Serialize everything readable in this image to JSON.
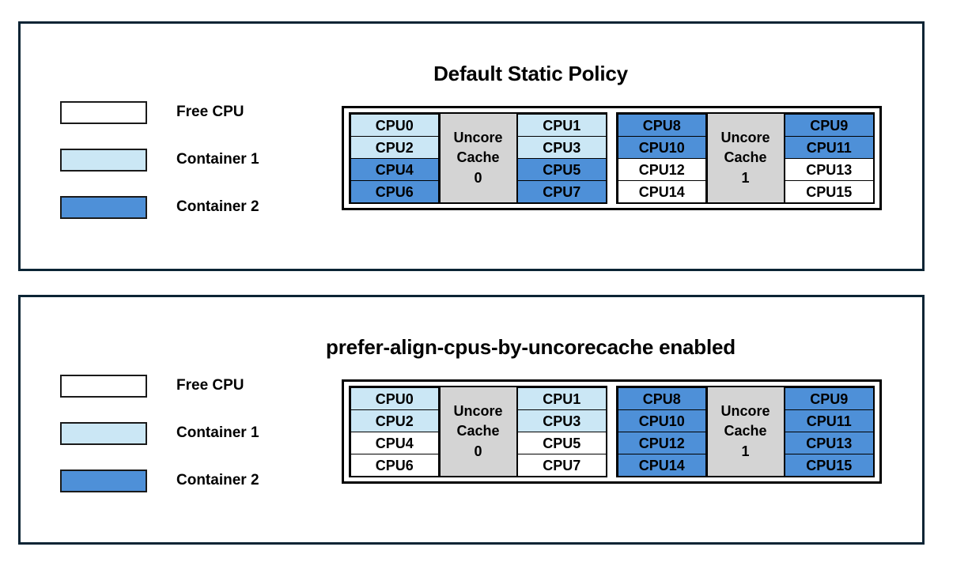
{
  "colors": {
    "free_cpu": "#ffffff",
    "container_1": "#cbe7f5",
    "container_2": "#4e90d8",
    "uncore_cache": "#d4d4d4",
    "panel_border": "#0b2434",
    "grid_border": "#000000",
    "text": "#000000"
  },
  "panels": [
    {
      "id": "default",
      "title": "Default Static Policy",
      "legend": [
        {
          "label": "Free CPU",
          "fill": "free_cpu"
        },
        {
          "label": "Container 1",
          "fill": "container_1"
        },
        {
          "label": "Container 2",
          "fill": "container_2"
        }
      ],
      "sockets": [
        {
          "uncore_label_line1": "Uncore",
          "uncore_label_line2": "Cache",
          "uncore_label_line3": "0",
          "left_column": [
            {
              "label": "CPU0",
              "fill": "container_1"
            },
            {
              "label": "CPU2",
              "fill": "container_1"
            },
            {
              "label": "CPU4",
              "fill": "container_2"
            },
            {
              "label": "CPU6",
              "fill": "container_2"
            }
          ],
          "right_column": [
            {
              "label": "CPU1",
              "fill": "container_1"
            },
            {
              "label": "CPU3",
              "fill": "container_1"
            },
            {
              "label": "CPU5",
              "fill": "container_2"
            },
            {
              "label": "CPU7",
              "fill": "container_2"
            }
          ]
        },
        {
          "uncore_label_line1": "Uncore",
          "uncore_label_line2": "Cache",
          "uncore_label_line3": "1",
          "left_column": [
            {
              "label": "CPU8",
              "fill": "container_2"
            },
            {
              "label": "CPU10",
              "fill": "container_2"
            },
            {
              "label": "CPU12",
              "fill": "free_cpu"
            },
            {
              "label": "CPU14",
              "fill": "free_cpu"
            }
          ],
          "right_column": [
            {
              "label": "CPU9",
              "fill": "container_2"
            },
            {
              "label": "CPU11",
              "fill": "container_2"
            },
            {
              "label": "CPU13",
              "fill": "free_cpu"
            },
            {
              "label": "CPU15",
              "fill": "free_cpu"
            }
          ]
        }
      ]
    },
    {
      "id": "enabled",
      "title": "prefer-align-cpus-by-uncorecache enabled",
      "legend": [
        {
          "label": "Free CPU",
          "fill": "free_cpu"
        },
        {
          "label": "Container 1",
          "fill": "container_1"
        },
        {
          "label": "Container 2",
          "fill": "container_2"
        }
      ],
      "sockets": [
        {
          "uncore_label_line1": "Uncore",
          "uncore_label_line2": "Cache",
          "uncore_label_line3": "0",
          "left_column": [
            {
              "label": "CPU0",
              "fill": "container_1"
            },
            {
              "label": "CPU2",
              "fill": "container_1"
            },
            {
              "label": "CPU4",
              "fill": "free_cpu"
            },
            {
              "label": "CPU6",
              "fill": "free_cpu"
            }
          ],
          "right_column": [
            {
              "label": "CPU1",
              "fill": "container_1"
            },
            {
              "label": "CPU3",
              "fill": "container_1"
            },
            {
              "label": "CPU5",
              "fill": "free_cpu"
            },
            {
              "label": "CPU7",
              "fill": "free_cpu"
            }
          ]
        },
        {
          "uncore_label_line1": "Uncore",
          "uncore_label_line2": "Cache",
          "uncore_label_line3": "1",
          "left_column": [
            {
              "label": "CPU8",
              "fill": "container_2"
            },
            {
              "label": "CPU10",
              "fill": "container_2"
            },
            {
              "label": "CPU12",
              "fill": "container_2"
            },
            {
              "label": "CPU14",
              "fill": "container_2"
            }
          ],
          "right_column": [
            {
              "label": "CPU9",
              "fill": "container_2"
            },
            {
              "label": "CPU11",
              "fill": "container_2"
            },
            {
              "label": "CPU13",
              "fill": "container_2"
            },
            {
              "label": "CPU15",
              "fill": "container_2"
            }
          ]
        }
      ]
    }
  ]
}
